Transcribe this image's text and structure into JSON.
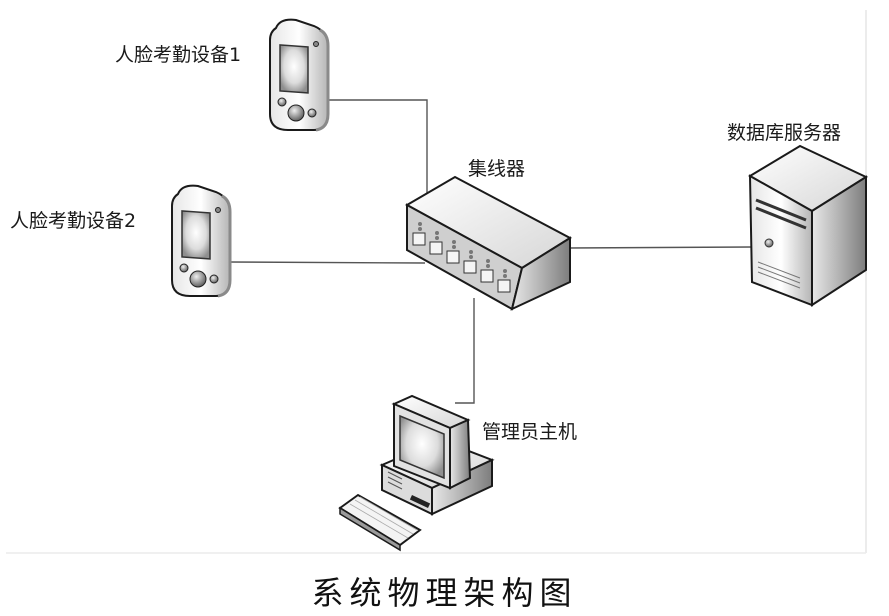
{
  "diagram": {
    "caption": "系统物理架构图",
    "nodes": [
      {
        "id": "device1",
        "label": "人脸考勤设备1",
        "type": "pda-device",
        "icon": "handheld-device-icon"
      },
      {
        "id": "device2",
        "label": "人脸考勤设备2",
        "type": "pda-device",
        "icon": "handheld-device-icon"
      },
      {
        "id": "hub",
        "label": "集线器",
        "type": "network-hub",
        "icon": "hub-icon",
        "ports": 6
      },
      {
        "id": "db",
        "label": "数据库服务器",
        "type": "server",
        "icon": "tower-server-icon"
      },
      {
        "id": "admin",
        "label": "管理员主机",
        "type": "desktop-computer",
        "icon": "desktop-computer-icon"
      }
    ],
    "edges": [
      {
        "from": "device1",
        "to": "hub"
      },
      {
        "from": "device2",
        "to": "hub"
      },
      {
        "from": "hub",
        "to": "db"
      },
      {
        "from": "hub",
        "to": "admin"
      }
    ],
    "colors": {
      "line": "#555555",
      "outline": "#1a1a1a",
      "face_light": "#f2f2f2",
      "face_mid": "#c8c8c8",
      "face_dark": "#8a8a8a"
    }
  }
}
